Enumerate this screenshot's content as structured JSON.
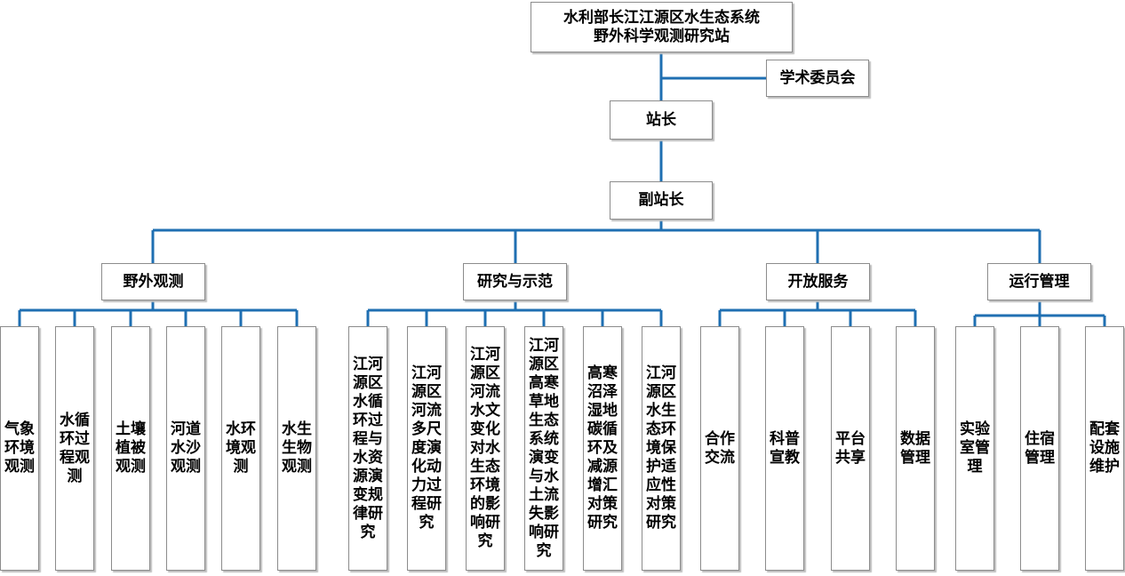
{
  "colors": {
    "line": "#1f6fb2",
    "border": "#8c8c8c",
    "shadow": "#bdbdbd"
  },
  "root": {
    "line1": "水利部长江江源区水生态系统",
    "line2": "野外科学观测研究站"
  },
  "committee": "学术委员会",
  "director": "站长",
  "deputy": "副站长",
  "departments": [
    {
      "label": "野外观测",
      "children": [
        "气象环境观测",
        "水循环过程观测",
        "土壤植被观测",
        "河道水沙观测",
        "水环境观测",
        "水生生物观测"
      ]
    },
    {
      "label": "研究与示范",
      "children": [
        "江河源区水循环过程与水资源演变规律研究",
        "江河源区河流多尺度演化动力过程研究",
        "江河源区河流水文变化对水生态环境的影响研究",
        "江河源区高寒草地生态系统演变与水土流失影响研究",
        "高寒沼泽湿地碳循环及减源增汇对策研究",
        "江河源区水生态环境保护适应性对策研究"
      ]
    },
    {
      "label": "开放服务",
      "children": [
        "合作交流",
        "科普宣教",
        "平台共享",
        "数据管理"
      ]
    },
    {
      "label": "运行管理",
      "children": [
        "实验室管理",
        "住宿管理",
        "配套设施维护"
      ]
    }
  ]
}
